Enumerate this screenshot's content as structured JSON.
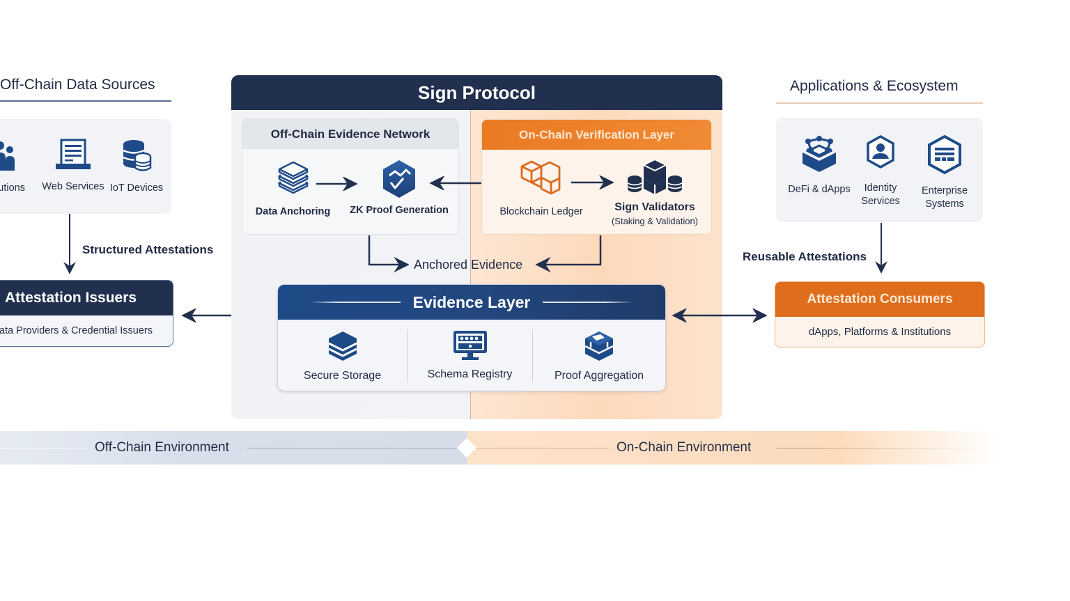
{
  "colors": {
    "navy": "#22304f",
    "blue": "#1e4a87",
    "orange": "#e2711d",
    "light_panel": "#f1f3f6",
    "orange_light": "#fde6d3"
  },
  "left": {
    "title": "Off-Chain Data Sources",
    "sources": [
      {
        "label": "Institutions",
        "visible_label": "itutions",
        "icon": "people-icon"
      },
      {
        "label": "Web Services",
        "icon": "document-laptop-icon"
      },
      {
        "label": "IoT Devices",
        "icon": "database-icon"
      }
    ],
    "flow_label": "Structured Attestations",
    "issuers": {
      "title": "Attestation Issuers",
      "subtitle": "ata Providers & Credential Issuers"
    }
  },
  "protocol": {
    "title": "Sign Protocol",
    "offchain_network": {
      "title": "Off-Chain Evidence Network",
      "items": [
        {
          "label": "Data Anchoring",
          "icon": "stacked-layers-icon"
        },
        {
          "label": "ZK Proof Generation",
          "icon": "zk-proof-hexagon-icon"
        }
      ]
    },
    "onchain_layer": {
      "title": "On-Chain Verification Layer",
      "items": [
        {
          "label": "Blockchain Ledger",
          "icon": "blocks-icon"
        },
        {
          "label": "Sign Validators",
          "sublabel": "(Staking & Validation)",
          "icon": "validators-icon"
        }
      ]
    },
    "anchored_label": "Anchored Evidence",
    "evidence_layer": {
      "title": "Evidence Layer",
      "items": [
        {
          "label": "Secure Storage",
          "icon": "storage-icon"
        },
        {
          "label": "Schema Registry",
          "icon": "monitor-icon"
        },
        {
          "label": "Proof Aggregation",
          "icon": "aggregation-icon"
        }
      ]
    }
  },
  "right": {
    "title": "Applications & Ecosystem",
    "apps": [
      {
        "label_1": "DeFi & dApps",
        "label_2": "",
        "icon": "defi-icon"
      },
      {
        "label_1": "Identity",
        "label_2": "Services",
        "icon": "identity-icon"
      },
      {
        "label_1": "Enterprise",
        "label_2": "Systems",
        "icon": "enterprise-icon"
      }
    ],
    "flow_label": "Reusable Attestations",
    "consumers": {
      "title": "Attestation Consumers",
      "subtitle": "dApps, Platforms & Institutions"
    }
  },
  "environments": {
    "offchain": "Off-Chain Environment",
    "onchain": "On-Chain Environment"
  }
}
